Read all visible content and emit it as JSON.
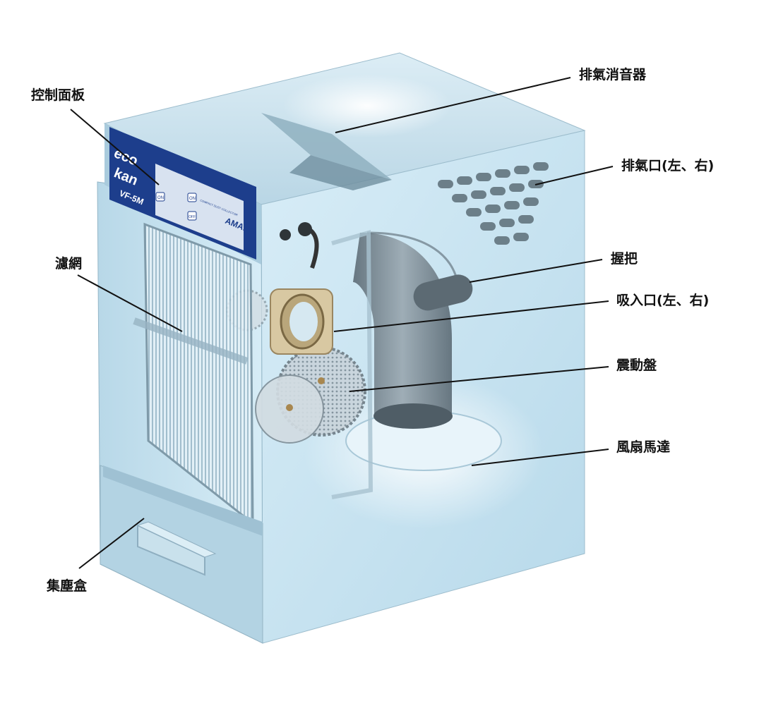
{
  "diagram": {
    "labels": {
      "control_panel": "控制面板",
      "filter": "濾網",
      "dust_box": "集塵盒",
      "exhaust_muffler": "排氣消音器",
      "exhaust_port": "排氣口(左、右)",
      "handle": "握把",
      "intake_port": "吸入口(左、右)",
      "vibration_disc": "震動盤",
      "fan_motor": "風扇馬達"
    },
    "panel": {
      "brand": "AMANO",
      "logo_top": "eco",
      "logo_bottom": "kan",
      "model": "VF-5M",
      "on_label": "ON",
      "off_label": "OFF",
      "caption": "COMPACT DUST COLLECTOR"
    },
    "colors": {
      "body": "#c7e3f0",
      "body_dark": "#9fc3d6",
      "panel_blue": "#1d3e8c",
      "duct_gray": "#6f7f89",
      "leader": "#111111"
    }
  }
}
